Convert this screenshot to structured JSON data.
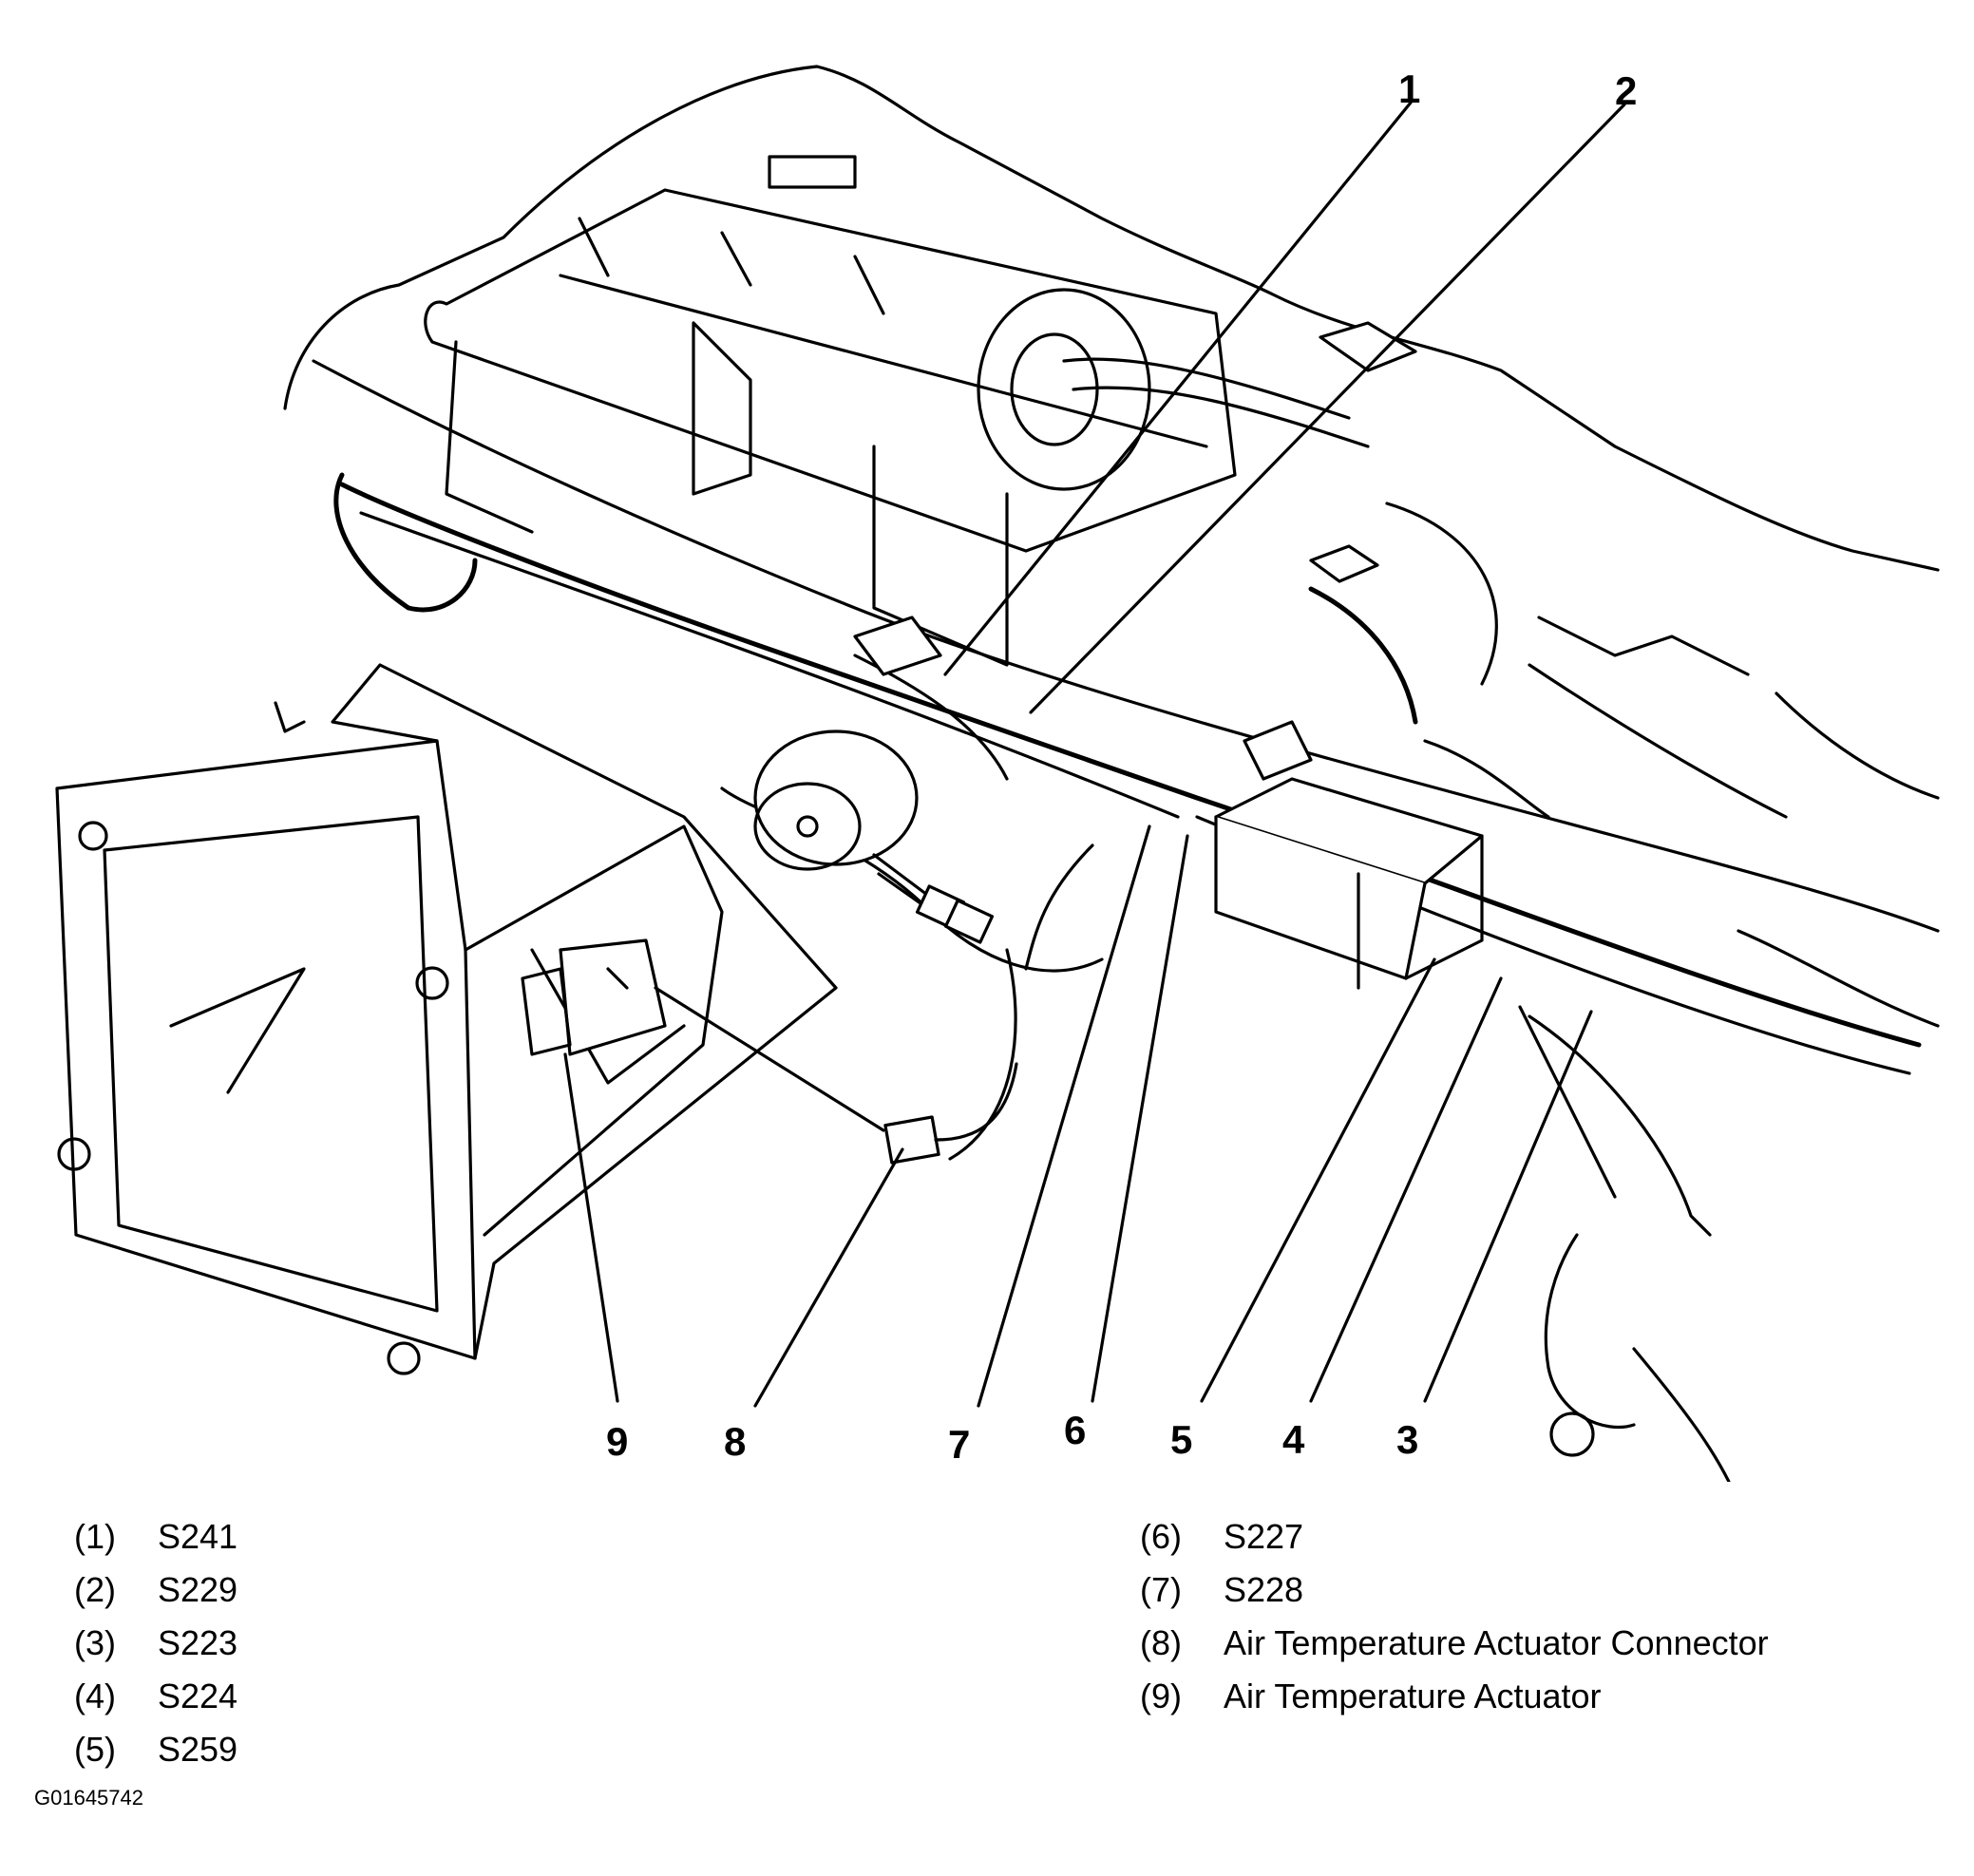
{
  "callouts": [
    "1",
    "2",
    "3",
    "4",
    "5",
    "6",
    "7",
    "8",
    "9"
  ],
  "legend": {
    "left": [
      {
        "num": "(1)",
        "text": "S241"
      },
      {
        "num": "(2)",
        "text": "S229"
      },
      {
        "num": "(3)",
        "text": "S223"
      },
      {
        "num": "(4)",
        "text": "S224"
      },
      {
        "num": "(5)",
        "text": "S259"
      }
    ],
    "right": [
      {
        "num": "(6)",
        "text": "S227"
      },
      {
        "num": "(7)",
        "text": "S228"
      },
      {
        "num": "(8)",
        "text": "Air Temperature Actuator Connector"
      },
      {
        "num": "(9)",
        "text": "Air Temperature Actuator"
      }
    ]
  },
  "figure_id": "G01645742"
}
